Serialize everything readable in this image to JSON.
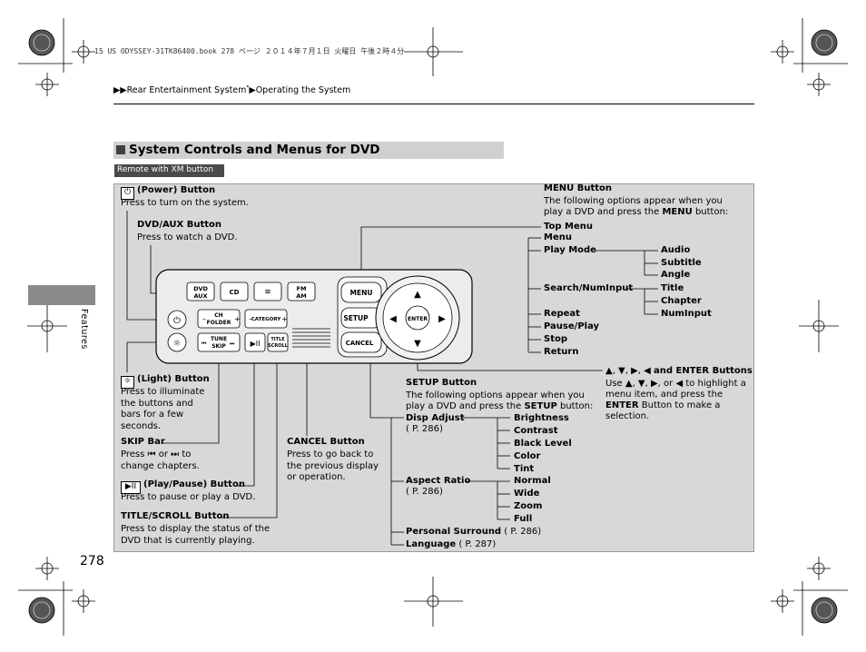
{
  "print_header": "15 US ODYSSEY-31TK86400.book 278 ページ ２０１４年７月１日 火曜日 午後２時４分",
  "breadcrumb": {
    "part1": "Rear Entertainment System",
    "star": "*",
    "part2": "Operating the System"
  },
  "side_tab_label": "Features",
  "section_title": "System Controls and Menus for DVD",
  "remote_tag": "Remote with XM button",
  "page_number": "278",
  "left": {
    "power_title": "(Power) Button",
    "power_desc": "Press to turn on the system.",
    "dvdaux_title": "DVD/AUX Button",
    "dvdaux_desc": "Press to watch a DVD.",
    "light_title": "(Light) Button",
    "light_desc": "Press to illuminate the buttons and bars for a few seconds.",
    "skip_title": "SKIP Bar",
    "skip_desc_a": "Press",
    "skip_desc_b": "or",
    "skip_desc_c": "to",
    "skip_desc_d": "change chapters.",
    "play_title": "(Play/Pause) Button",
    "play_desc": "Press to pause or play a DVD.",
    "title_title": "TITLE/SCROLL Button",
    "title_desc_1": "Press to display the status of the",
    "title_desc_2": "DVD that is currently playing.",
    "cancel_title": "CANCEL Button",
    "cancel_desc": "Press to go back to the previous display or operation."
  },
  "device": {
    "dvd": "DVD",
    "aux": "AUX",
    "cd": "CD",
    "fm": "FM",
    "am": "AM",
    "ch": "CH",
    "folder": "FOLDER",
    "category": "CATEGORY",
    "tune": "TUNE",
    "skip": "SKIP",
    "title": "TITLE",
    "scroll": "SCROLL",
    "menu": "MENU",
    "setup": "SETUP",
    "cancel": "CANCEL",
    "enter": "ENTER"
  },
  "menu_button": {
    "title": "MENU Button",
    "desc_1": "The following options appear when you",
    "desc_2a": "play a DVD and press the",
    "desc_2b": "MENU",
    "desc_2c": "button:",
    "items": [
      "Top Menu",
      "Menu",
      "Play Mode",
      "Search/NumInput",
      "Repeat",
      "Pause/Play",
      "Stop",
      "Return"
    ],
    "play_mode_sub": [
      "Audio",
      "Subtitle",
      "Angle"
    ],
    "search_sub": [
      "Title",
      "Chapter",
      "NumInput"
    ]
  },
  "arrows": {
    "title": "and ENTER Buttons",
    "desc_1a": "Use",
    "desc_1b": ", or",
    "desc_1c": "to highlight a",
    "desc_2": "menu item, and press the",
    "desc_3a": "ENTER",
    "desc_3b": "Button to make a",
    "desc_4": "selection."
  },
  "setup_button": {
    "title": "SETUP Button",
    "desc_1": "The following options appear when you",
    "desc_2a": "play a DVD and press the",
    "desc_2b": "SETUP",
    "desc_2c": "button:",
    "disp_adjust": "Disp Adjust",
    "disp_ref": "( P. 286)",
    "disp_sub": [
      "Brightness",
      "Contrast",
      "Black Level",
      "Color",
      "Tint"
    ],
    "aspect": "Aspect Ratio",
    "aspect_ref": "( P. 286)",
    "aspect_sub": [
      "Normal",
      "Wide",
      "Zoom",
      "Full"
    ],
    "surround": "Personal Surround",
    "surround_ref": "( P. 286)",
    "language": "Language",
    "language_ref": "( P. 287)"
  }
}
